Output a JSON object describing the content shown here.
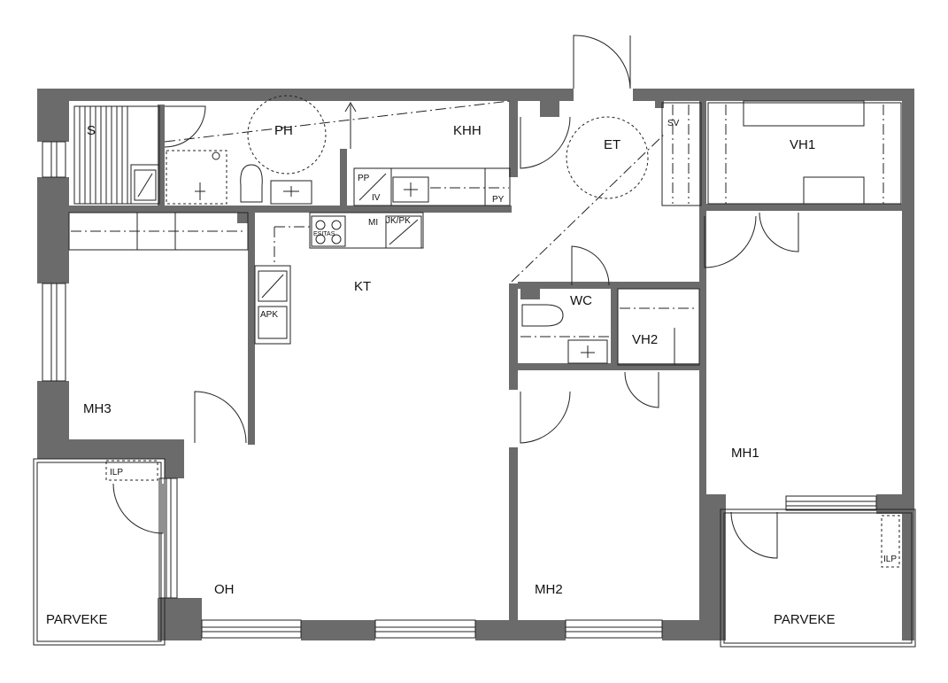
{
  "rooms": {
    "s": "S",
    "ph": "PH",
    "khh": "KHH",
    "et": "ET",
    "vh1": "VH1",
    "kt": "KT",
    "wc": "WC",
    "vh2": "VH2",
    "mh3": "MH3",
    "mh1": "MH1",
    "mh2": "MH2",
    "oh": "OH",
    "parveke_left": "PARVEKE",
    "parveke_right": "PARVEKE"
  },
  "fixtures": {
    "sv": "SV",
    "pp": "PP",
    "iv": "IV",
    "py": "PY",
    "mi": "MI",
    "jkpk": "JK/PK",
    "esitas": "ESITAS",
    "apk": "APK",
    "ilp_left": "ILP",
    "ilp_right": "ILP"
  }
}
